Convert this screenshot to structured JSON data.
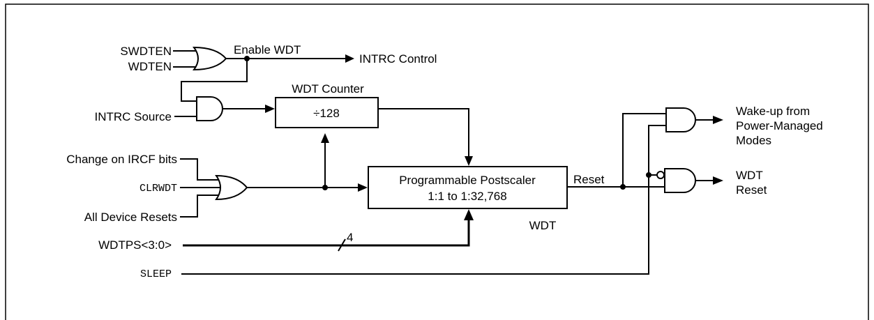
{
  "inputs": {
    "swdten": "SWDTEN",
    "wdten": "WDTEN",
    "intrc_source": "INTRC Source",
    "change_irc": "Change on IRCF bits",
    "clrwdt": "CLRWDT",
    "all_resets": "All Device Resets",
    "wdtps": "WDTPS<3:0>",
    "sleep": "SLEEP"
  },
  "signals": {
    "enable_wdt": "Enable WDT",
    "intrc_control": "INTRC Control",
    "reset": "Reset",
    "bus_width": "4"
  },
  "blocks": {
    "counter_title": "WDT Counter",
    "counter_value": "÷128",
    "postscaler_line1": "Programmable Postscaler",
    "postscaler_line2": "1:1 to 1:32,768",
    "wdt_label": "WDT"
  },
  "outputs": {
    "wake_line1": "Wake-up from",
    "wake_line2": "Power-Managed",
    "wake_line3": "Modes",
    "wdt_reset_line1": "WDT",
    "wdt_reset_line2": "Reset"
  }
}
